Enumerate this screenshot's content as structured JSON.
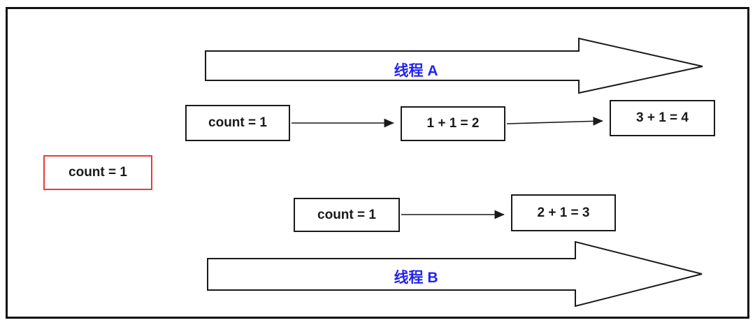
{
  "diagram": {
    "shared_box": {
      "label": "count = 1"
    },
    "thread_a": {
      "label": "线程 A",
      "steps": [
        "count = 1",
        "1 + 1 = 2",
        "3 + 1 = 4"
      ]
    },
    "thread_b": {
      "label": "线程 B",
      "steps": [
        "count = 1",
        "2 + 1 = 3"
      ]
    },
    "colors": {
      "thread_label_blue": "#2323f0",
      "shared_box_border_red": "#f23535",
      "outline_black": "#1a1a1a",
      "background": "#ffffff"
    }
  }
}
